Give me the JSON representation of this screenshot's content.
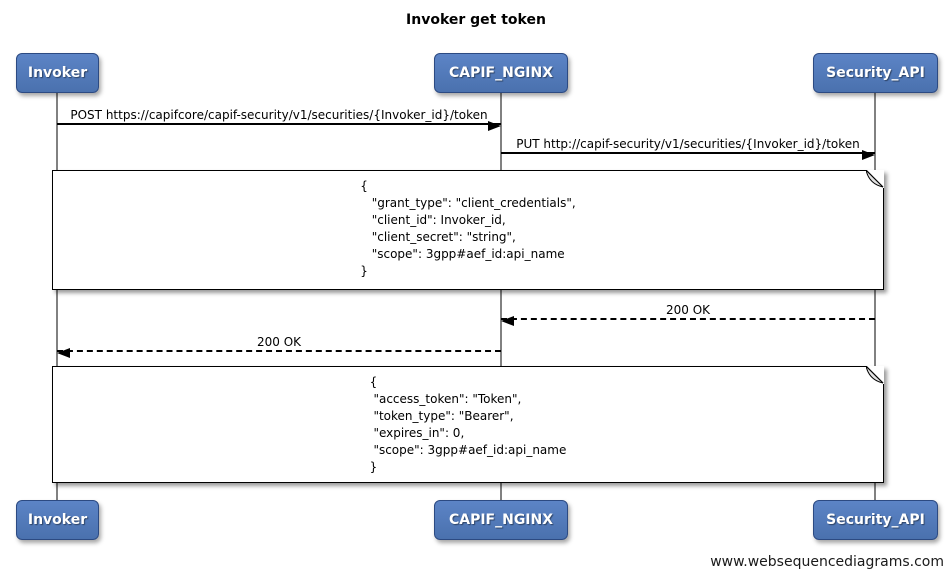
{
  "title": "Invoker get token",
  "footer": "www.websequencediagrams.com",
  "colors": {
    "actor_fill": "#4E76B7",
    "actor_border": "#2C4A82",
    "actor_text": "#FFFFFF",
    "line": "#000000",
    "lifeline": "#818181",
    "note_fill": "#FFFFFF",
    "background": "#FFFFFF"
  },
  "actors": [
    {
      "id": "invoker",
      "label": "Invoker"
    },
    {
      "id": "capif-nginx",
      "label": "CAPIF_NGINX"
    },
    {
      "id": "security-api",
      "label": "Security_API"
    }
  ],
  "messages": [
    {
      "from": "Invoker",
      "to": "CAPIF_NGINX",
      "style": "solid",
      "label": "POST https://capifcore/capif-security/v1/securities/{Invoker_id}/token"
    },
    {
      "from": "CAPIF_NGINX",
      "to": "Security_API",
      "style": "solid",
      "label": "PUT http://capif-security/v1/securities/{Invoker_id}/token"
    },
    {
      "from": "Security_API",
      "to": "CAPIF_NGINX",
      "style": "dashed",
      "label": "200 OK"
    },
    {
      "from": "CAPIF_NGINX",
      "to": "Invoker",
      "style": "dashed",
      "label": "200 OK"
    }
  ],
  "notes": [
    {
      "text": "{\n   \"grant_type\": \"client_credentials\",\n   \"client_id\": Invoker_id,\n   \"client_secret\": \"string\",\n   \"scope\": 3gpp#aef_id:api_name\n}"
    },
    {
      "text": "{\n \"access_token\": \"Token\",\n \"token_type\": \"Bearer\",\n \"expires_in\": 0,\n \"scope\": 3gpp#aef_id:api_name\n}"
    }
  ]
}
